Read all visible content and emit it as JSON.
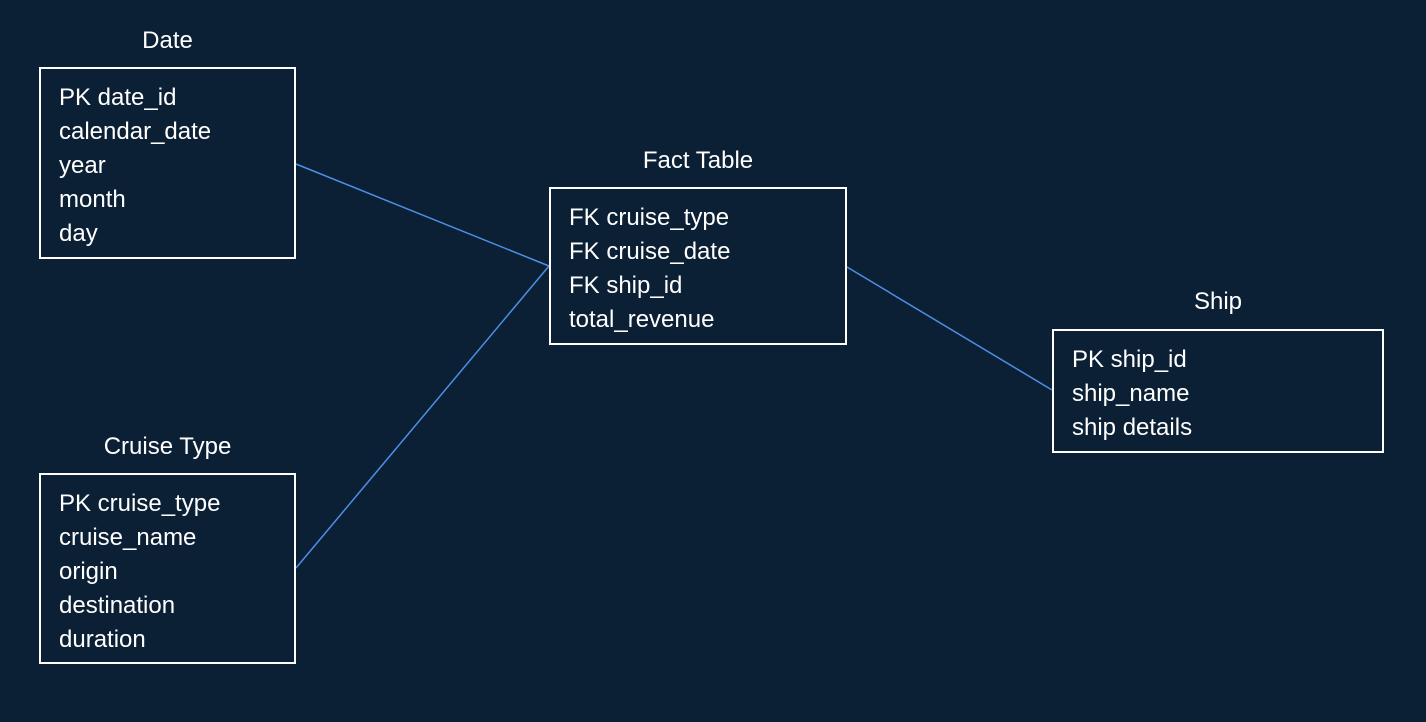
{
  "diagram": {
    "colors": {
      "background": "#0b1f35",
      "box_border": "#ffffff",
      "text": "#ffffff",
      "connector": "#4d8fe6"
    },
    "entities": {
      "date": {
        "title": "Date",
        "fields": [
          "PK date_id",
          "calendar_date",
          "year",
          "month",
          "day"
        ]
      },
      "fact": {
        "title": "Fact Table",
        "fields": [
          "FK cruise_type",
          "FK cruise_date",
          "FK ship_id",
          "total_revenue"
        ]
      },
      "ship": {
        "title": "Ship",
        "fields": [
          "PK ship_id",
          "ship_name",
          "ship details"
        ]
      },
      "cruise": {
        "title": "Cruise Type",
        "fields": [
          "PK cruise_type",
          "cruise_name",
          "origin",
          "destination",
          "duration"
        ]
      }
    },
    "relationships": [
      {
        "from": "date",
        "to": "fact"
      },
      {
        "from": "cruise",
        "to": "fact"
      },
      {
        "from": "fact",
        "to": "ship"
      }
    ]
  }
}
